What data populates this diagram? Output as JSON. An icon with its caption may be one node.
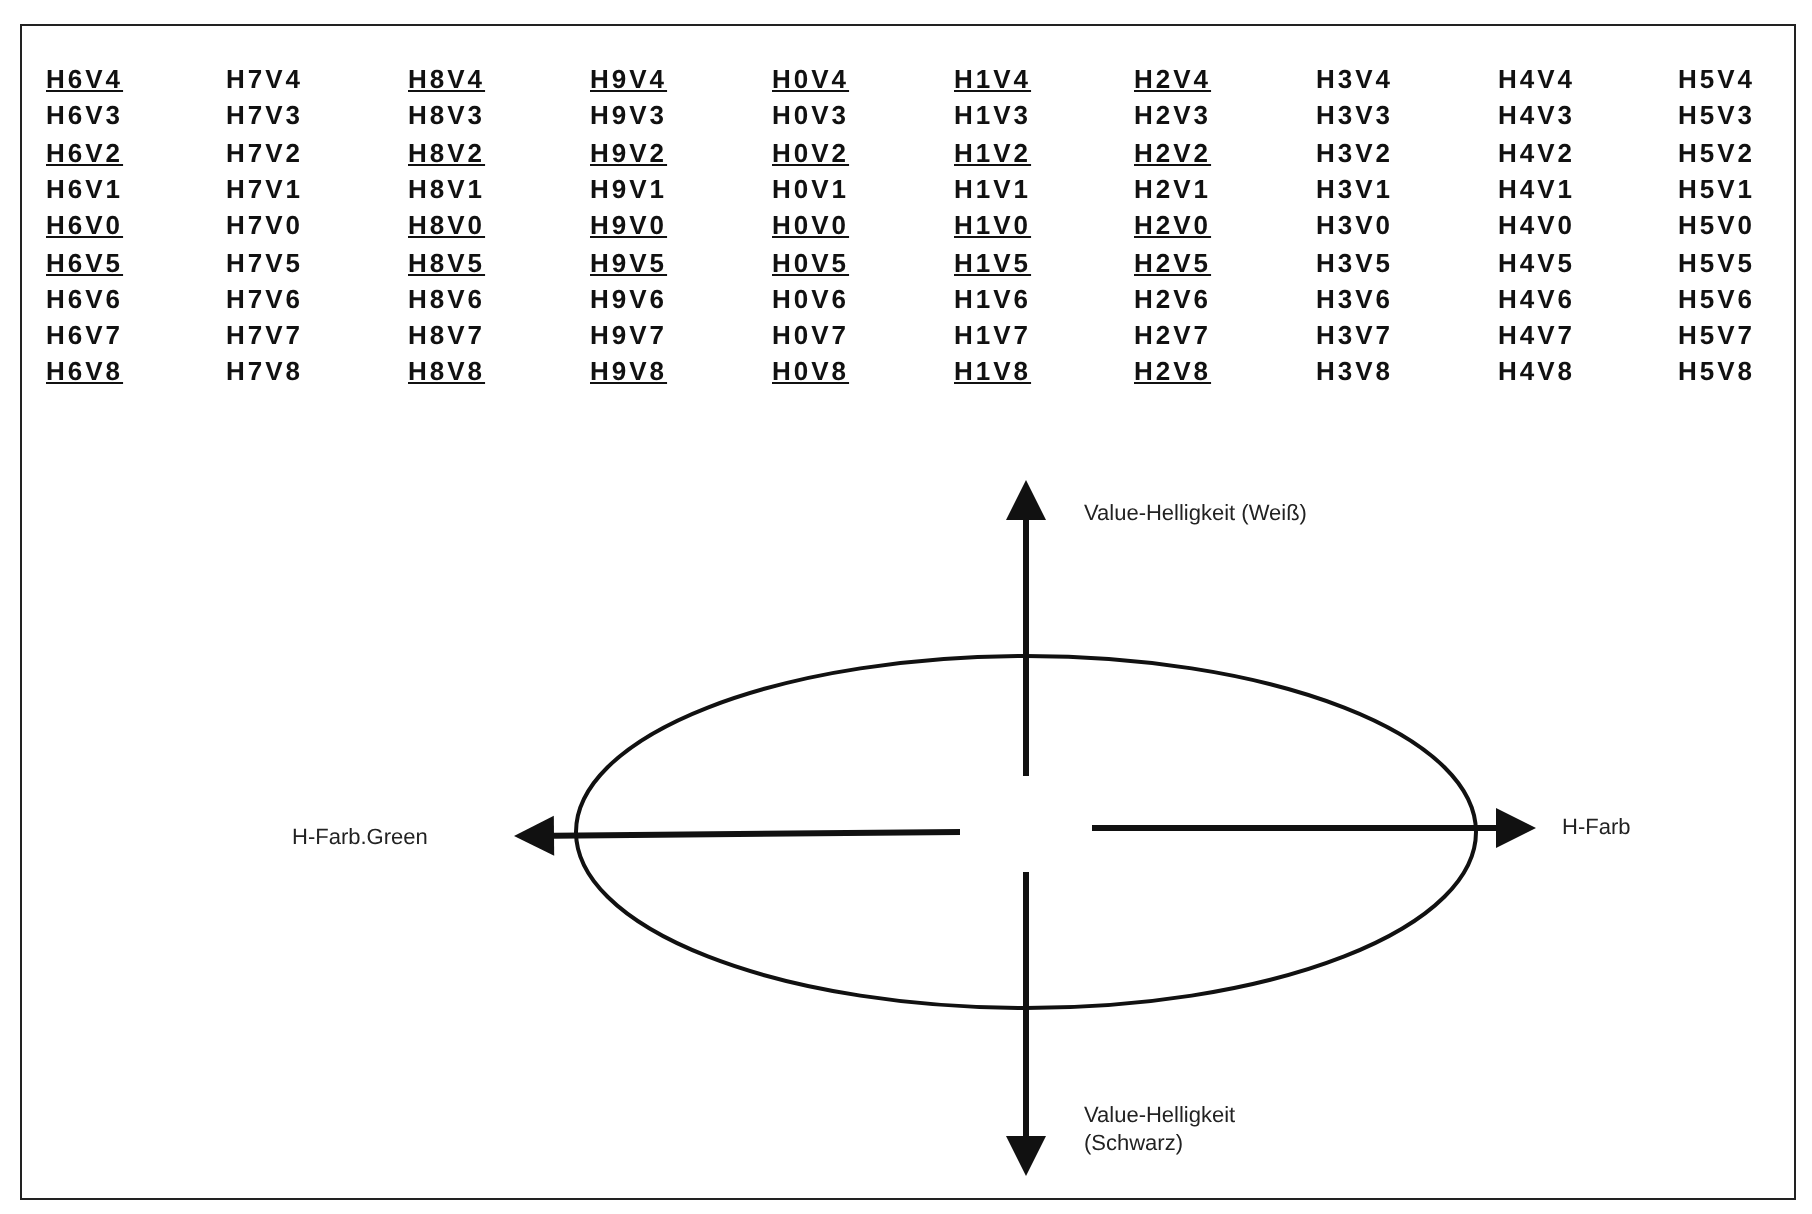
{
  "diagram": {
    "labels": [
      "H6V4",
      "H7V4",
      "H8V4",
      "H9V4",
      "H0V4",
      "H1V4",
      "H2V4",
      "H3V4",
      "H4V4",
      "H5V4",
      "H6V3",
      "H7V3",
      "H8V3",
      "H9V3",
      "H0V3",
      "H1V3",
      "H2V3",
      "H3V3",
      "H4V3",
      "H5V3",
      "H6V2",
      "H7V2",
      "H8V2",
      "H9V2",
      "H0V2",
      "H1V2",
      "H2V2",
      "H3V2",
      "H4V2",
      "H5V2",
      "H6V1",
      "H7V1",
      "H8V1",
      "H9V1",
      "H0V1",
      "H1V1",
      "H2V1",
      "H3V1",
      "H4V1",
      "H5V1",
      "H6V0",
      "H7V0",
      "H8V0",
      "H9V0",
      "H0V0",
      "H1V0",
      "H2V0",
      "H3V0",
      "H4V0",
      "H5V0",
      "H6V5",
      "H7V5",
      "H8V5",
      "H9V5",
      "H0V5",
      "H1V5",
      "H2V5",
      "H3V5",
      "H4V5",
      "H5V5",
      "H6V6",
      "H7V6",
      "H8V6",
      "H9V6",
      "H0V6",
      "H1V6",
      "H2V6",
      "H3V6",
      "H4V6",
      "H5V6",
      "H6V7",
      "H7V7",
      "H8V7",
      "H9V7",
      "H0V7",
      "H1V7",
      "H2V7",
      "H3V7",
      "H4V7",
      "H5V7",
      "H6V8",
      "H7V8",
      "H8V8",
      "H9V8",
      "H0V8",
      "H1V8",
      "H2V8",
      "H3V8",
      "H4V8",
      "H5V8",
      "Value-Helligkeit (Weiß)",
      "H-Farb.Green",
      "H-Farb",
      "Value-Helligkeit (Schwarz)"
    ]
  }
}
